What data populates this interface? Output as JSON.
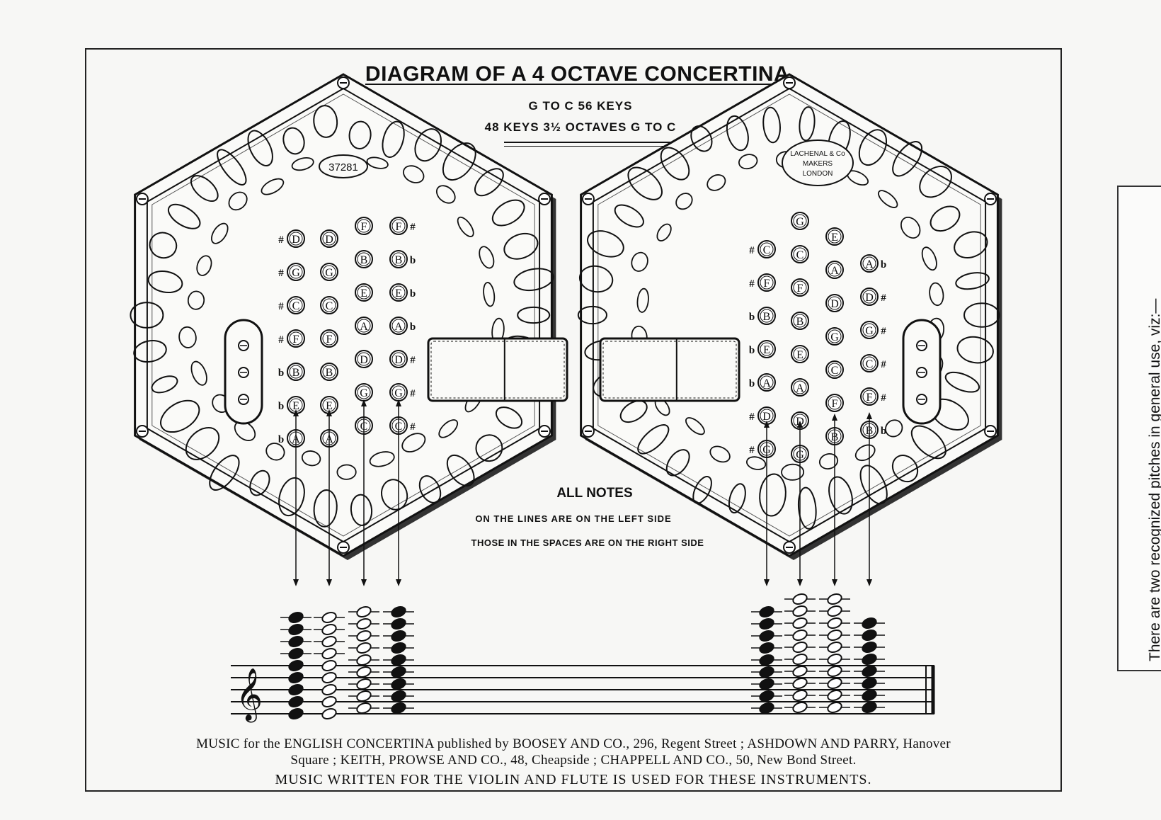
{
  "title": "DIAGRAM OF A 4 OCTAVE CONCERTINA.",
  "subtitle_1": "G TO C 56 KEYS",
  "subtitle_2": "48 KEYS 3½ OCTAVES G TO C",
  "serial_number": "37281",
  "maker_stamp": [
    "LACHENAL & Co",
    "MAKERS",
    "LONDON"
  ],
  "notes": {
    "all_notes": "ALL NOTES",
    "line_1": "ON THE LINES ARE ON THE LEFT SIDE",
    "line_2": "THOSE IN THE SPACES ARE ON THE RIGHT SIDE"
  },
  "left_keyboard": {
    "columns": [
      {
        "keys": [
          "D",
          "G",
          "C",
          "F",
          "B",
          "E",
          "A"
        ],
        "accidentals": [
          "#",
          "#",
          "#",
          "#",
          "b",
          "b",
          "b"
        ],
        "side": "left"
      },
      {
        "keys": [
          "D",
          "G",
          "C",
          "F",
          "B",
          "E",
          "A"
        ],
        "accidentals": [
          "",
          "",
          "",
          "",
          "",
          "",
          ""
        ],
        "side": "left"
      },
      {
        "keys": [
          "F",
          "B",
          "E",
          "A",
          "D",
          "G",
          "C"
        ],
        "accidentals": [
          "",
          "",
          "",
          "",
          "",
          "",
          ""
        ],
        "side": "right"
      },
      {
        "keys": [
          "F",
          "B",
          "E",
          "A",
          "D",
          "G",
          "C"
        ],
        "accidentals": [
          "#",
          "b",
          "b",
          "b",
          "#",
          "#",
          "#"
        ],
        "side": "right"
      }
    ]
  },
  "right_keyboard": {
    "columns": [
      {
        "keys": [
          "C",
          "F",
          "B",
          "E",
          "A",
          "D",
          "G"
        ],
        "accidentals": [
          "#",
          "#",
          "b",
          "b",
          "b",
          "#",
          "#"
        ],
        "side": "left"
      },
      {
        "keys": [
          "G",
          "C",
          "F",
          "B",
          "E",
          "A",
          "D",
          "G"
        ],
        "accidentals": [
          "",
          "",
          "",
          "",
          "",
          "",
          "",
          ""
        ],
        "side": "left"
      },
      {
        "keys": [
          "E",
          "A",
          "D",
          "G",
          "C",
          "F",
          "B"
        ],
        "accidentals": [
          "",
          "",
          "",
          "",
          "",
          "",
          ""
        ],
        "side": "right"
      },
      {
        "keys": [
          "A",
          "D",
          "G",
          "C",
          "F",
          "B"
        ],
        "accidentals": [
          "b",
          "#",
          "#",
          "#",
          "#",
          "b"
        ],
        "side": "right"
      }
    ]
  },
  "footer": {
    "line_1": "MUSIC for the ENGLISH CONCERTINA published by BOOSEY AND CO., 296, Regent Street ; ASHDOWN AND PARRY, Hanover",
    "line_2": "Square ; KEITH, PROWSE AND CO., 48, Cheapside ; CHAPPELL AND CO., 50, New Bond Street.",
    "line_3": "MUSIC WRITTEN FOR THE VIOLIN AND FLUTE IS USED FOR THESE INSTRUMENTS."
  },
  "side_note": "There are two recognized pitches in general use, viz:—"
}
